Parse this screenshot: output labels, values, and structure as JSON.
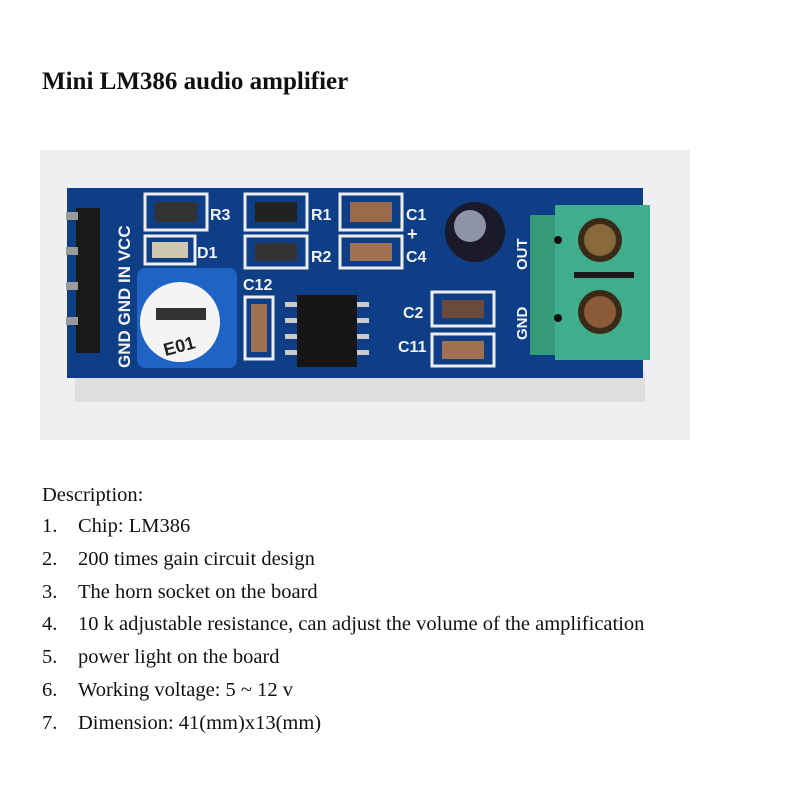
{
  "title": "Mini LM386 audio amplifier",
  "board_labels": {
    "r3": "R3",
    "r1": "R1",
    "c1": "C1",
    "d1": "D1",
    "r2": "R2",
    "c4": "C4",
    "plus": "+",
    "c12": "C12",
    "c2": "C2",
    "c11": "C11",
    "out": "OUT",
    "gnd_out": "GND",
    "header": "GND GND IN VCC",
    "pot": "E01"
  },
  "description": {
    "heading": "Description:",
    "items": [
      {
        "num": "1.",
        "text": "Chip: LM386"
      },
      {
        "num": "2.",
        "text": "200 times gain circuit design"
      },
      {
        "num": "3.",
        "text": "The horn socket on the board"
      },
      {
        "num": "4.",
        "text": "10 k adjustable resistance, can adjust the volume of the amplification"
      },
      {
        "num": "5.",
        "text": "power light on the board"
      },
      {
        "num": "6.",
        "text": "Working voltage: 5 ~ 12 v"
      },
      {
        "num": "7.",
        "text": "Dimension: 41(mm)x13(mm)"
      }
    ]
  },
  "colors": {
    "pcb": "#0e3f86",
    "terminal": "#3fae8c",
    "pot": "#1f63c4"
  }
}
